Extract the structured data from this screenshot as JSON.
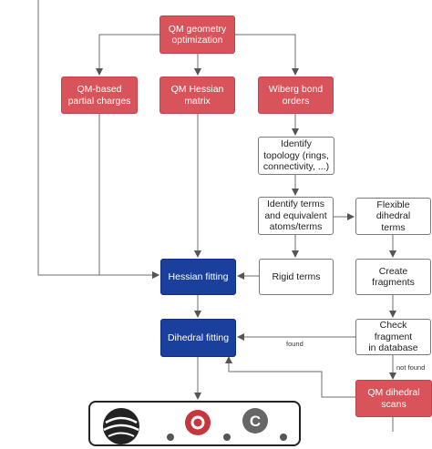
{
  "nodes": {
    "qm_geometry": "QM geometry\noptimization",
    "qm_charges": "QM-based\npartial charges",
    "qm_hessian": "QM Hessian\nmatrix",
    "wiberg": "Wiberg bond\norders",
    "identify_topology": "Identify\ntopology (rings,\nconnectivity, ...)",
    "identify_terms": "Identify terms\nand equivalent\natoms/terms",
    "flexible_dihedral": "Flexible dihedral\nterms",
    "hessian_fitting": "Hessian fitting",
    "rigid_terms": "Rigid terms",
    "create_fragments": "Create\nfragments",
    "dihedral_fitting": "Dihedral fitting",
    "check_fragment": "Check fragment\nin database",
    "qm_dihedral": "QM dihedral\nscans"
  },
  "edge_labels": {
    "found": "found",
    "not_found": "not found"
  },
  "logos": {
    "c_letter": "C"
  },
  "colors": {
    "qm_red": "#d9545a",
    "fitting_blue": "#1a3f9c",
    "edge_gray": "#6e6e6e"
  }
}
